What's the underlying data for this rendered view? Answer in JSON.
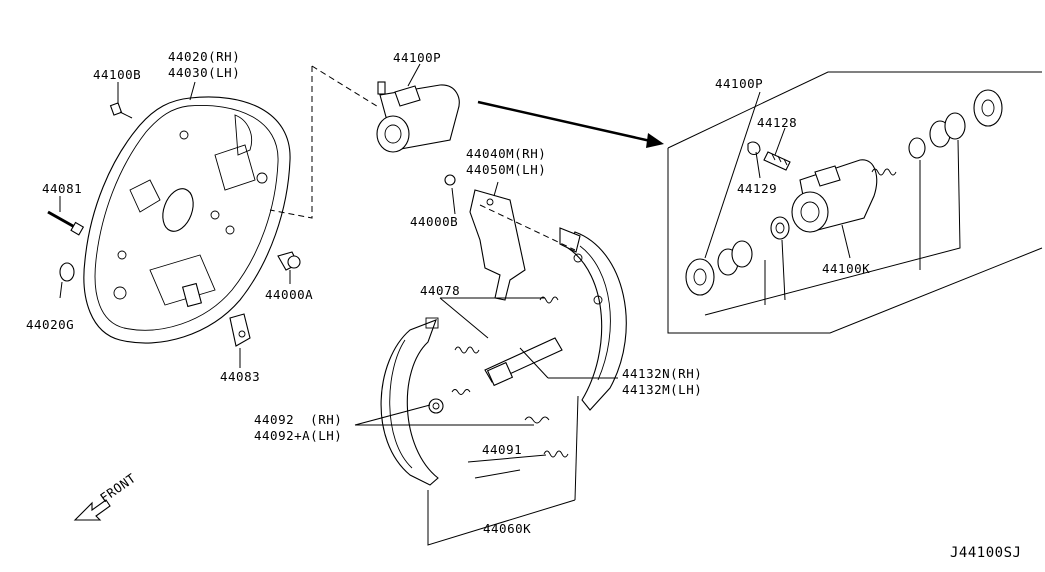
{
  "diagram_code": "J44100SJ",
  "front_label": "FRONT",
  "labels": {
    "p44100B": "44100B",
    "p44020_rh": "44020(RH)",
    "p44030_lh": "44030(LH)",
    "p44081": "44081",
    "p44020G": "44020G",
    "p44000A": "44000A",
    "p44083": "44083",
    "p44100P_top": "44100P",
    "p44040M_rh": "44040M(RH)",
    "p44050M_lh": "44050M(LH)",
    "p44000B": "44000B",
    "p44078": "44078",
    "p44132N_rh": "44132N(RH)",
    "p44132M_lh": "44132M(LH)",
    "p44092_rh": "44092  (RH)",
    "p44092A_lh": "44092+A(LH)",
    "p44091": "44091",
    "p44060K": "44060K",
    "p44100P_box": "44100P",
    "p44128": "44128",
    "p44129": "44129",
    "p44100K": "44100K"
  }
}
